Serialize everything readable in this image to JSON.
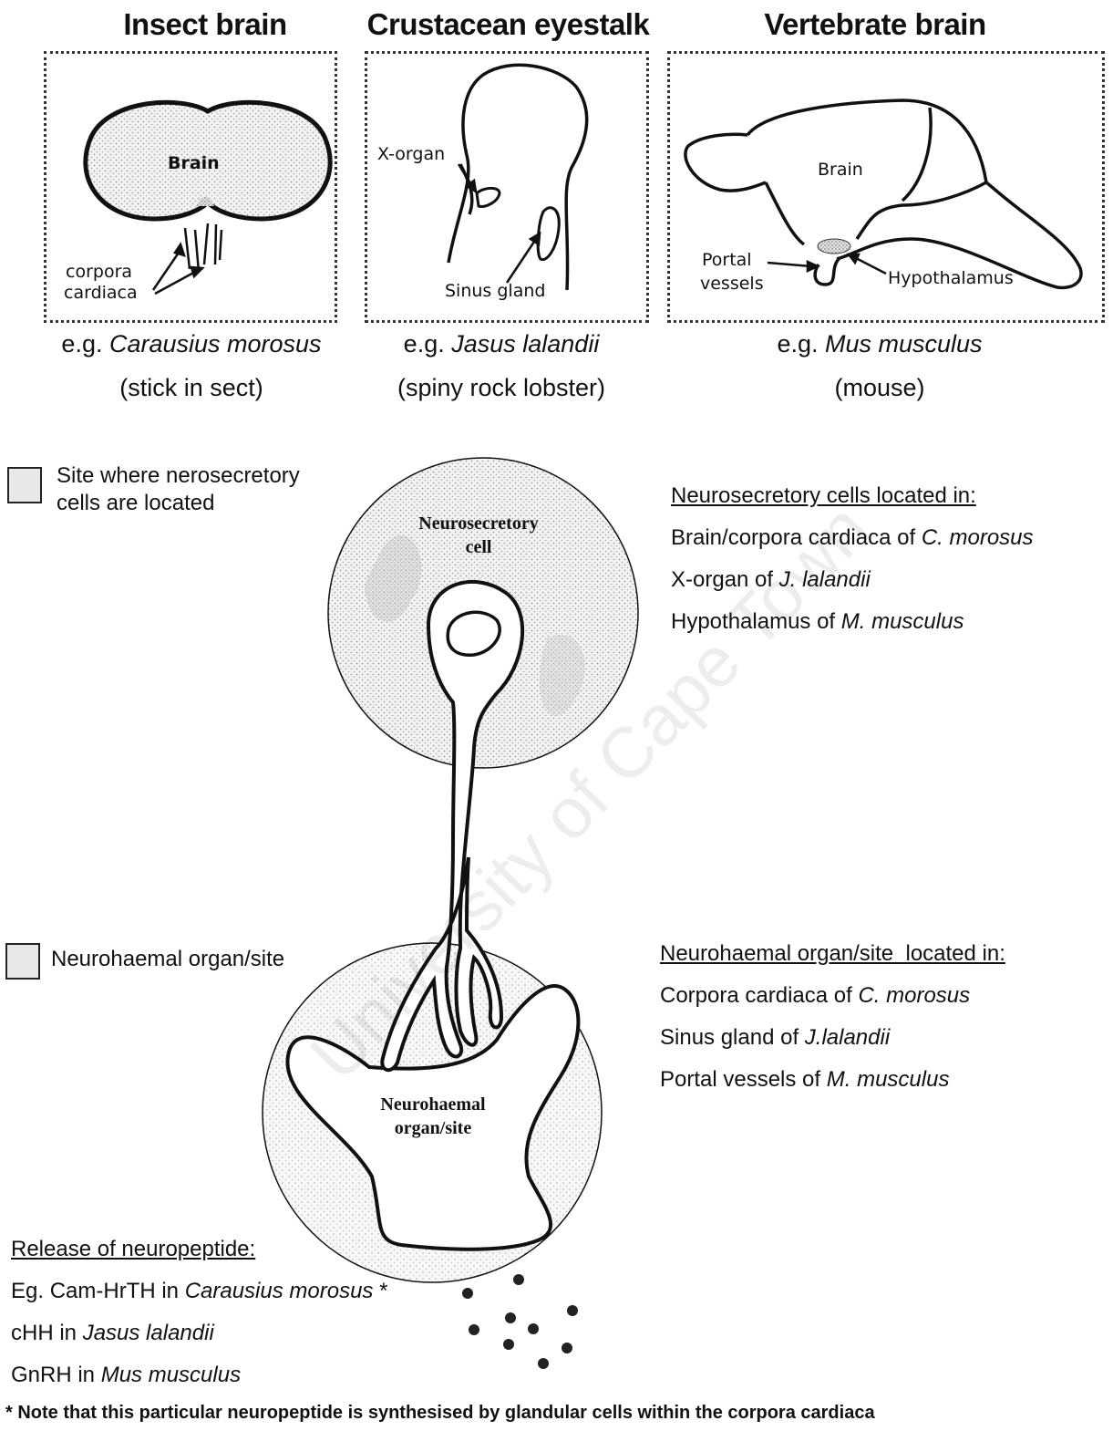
{
  "panels": {
    "insect": {
      "title": "Insect brain",
      "brain_label": "Brain",
      "label_corpora": "corpora",
      "label_cardiaca": "cardiaca",
      "example_prefix": "e.g. ",
      "species": "Carausius morosus",
      "common": "(stick in sect)"
    },
    "crustacean": {
      "title": "Crustacean eyestalk",
      "xorgan_label": "X-organ",
      "sinus_label": "Sinus gland",
      "example_prefix": "e.g. ",
      "species": "Jasus lalandii",
      "common": "(spiny rock lobster)"
    },
    "vertebrate": {
      "title": "Vertebrate brain",
      "brain_label": "Brain",
      "portal_label_1": "Portal",
      "portal_label_2": "vessels",
      "hypothalamus_label": "Hypothalamus",
      "example_prefix": "e.g. ",
      "species": "Mus musculus",
      "common": "(mouse)"
    }
  },
  "legend": {
    "neurosecretory_line1": "Site where nerosecretory",
    "neurosecretory_line2": "cells are located",
    "neurohaemal": "Neurohaemal organ/site"
  },
  "diagram": {
    "cell_label_1": "Neurosecretory",
    "cell_label_2": "cell",
    "organ_label_1": "Neurohaemal",
    "organ_label_2": "organ/site"
  },
  "neurosecretory_list": {
    "heading": "Neurosecretory cells located in:",
    "item1_text": "Brain/corpora cardiaca of ",
    "item1_species": "C. morosus",
    "item2_text": "X-organ of ",
    "item2_species": "J. lalandii",
    "item3_text": "Hypothalamus of ",
    "item3_species": "M. musculus"
  },
  "neurohaemal_list": {
    "heading": "Neurohaemal organ/site  located in:",
    "item1_text": "Corpora cardiaca of ",
    "item1_species": "C. morosus",
    "item2_text": "Sinus gland of ",
    "item2_species": "J.lalandii",
    "item3_text": "Portal vessels of ",
    "item3_species": "M. musculus"
  },
  "release": {
    "heading": "Release of neuropeptide:",
    "item1_text": "Eg. Cam-HrTH in ",
    "item1_species": "Carausius morosus",
    "item1_mark": " *",
    "item2_text": "cHH in ",
    "item2_species": "Jasus lalandii",
    "item3_text": "GnRH in ",
    "item3_species": "Mus musculus"
  },
  "footnote": "* Note that this particular neuropeptide is synthesised by glandular cells within the corpora cardiaca",
  "watermark": "University of Cape Town"
}
